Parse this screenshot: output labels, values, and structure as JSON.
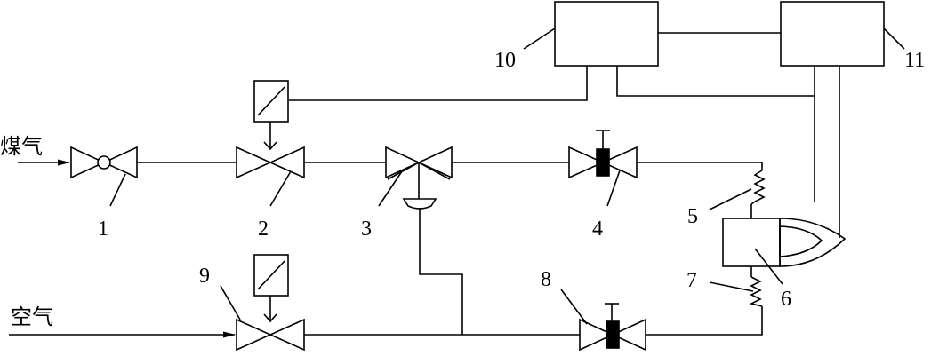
{
  "labels": {
    "gas_inlet": "煤气",
    "air_inlet": "空气"
  },
  "components": {
    "c1": "1",
    "c2": "2",
    "c3": "3",
    "c4": "4",
    "c5": "5",
    "c6": "6",
    "c7": "7",
    "c8": "8",
    "c9": "9",
    "c10": "10",
    "c11": "11"
  }
}
